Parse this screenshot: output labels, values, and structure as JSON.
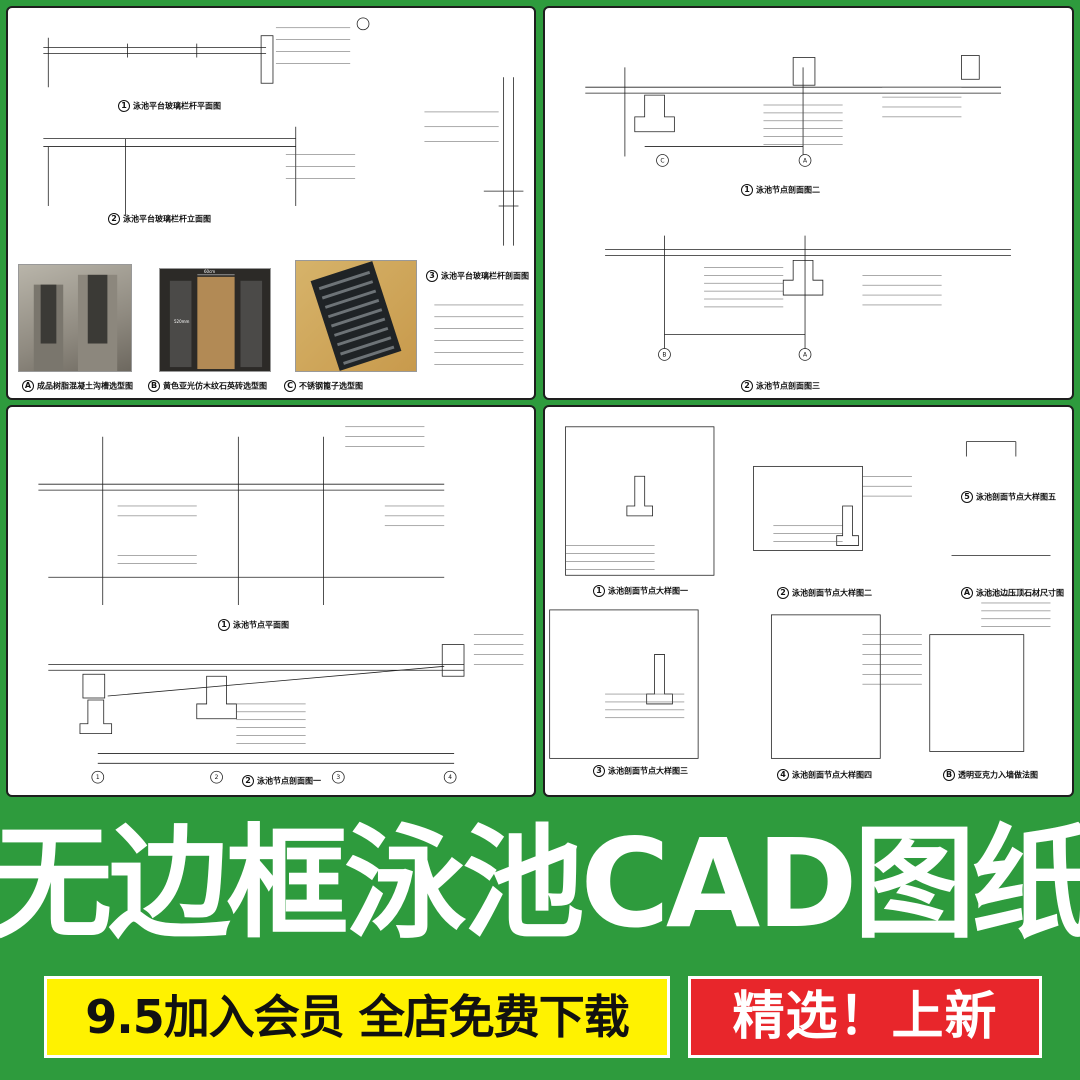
{
  "title": "无边框泳池CAD图纸",
  "promo": {
    "left": "9.5加入会员 全店免费下载",
    "right": "精选！上新"
  },
  "sheets": {
    "top_left": {
      "captions": [
        {
          "num": "1",
          "text": "泳池平台玻璃栏杆平面图"
        },
        {
          "num": "2",
          "text": "泳池平台玻璃栏杆立面图"
        },
        {
          "num": "3",
          "text": "泳池平台玻璃栏杆剖面图"
        },
        {
          "num": "A",
          "text": "成品树脂混凝土沟槽选型图"
        },
        {
          "num": "B",
          "text": "黄色亚光仿木纹石英砖选型图"
        },
        {
          "num": "C",
          "text": "不锈钢篦子选型图"
        }
      ],
      "photo_label": "60cm",
      "photo_label_side": "520mm"
    },
    "top_right": {
      "captions": [
        {
          "num": "1",
          "text": "泳池节点剖面图二"
        },
        {
          "num": "2",
          "text": "泳池节点剖面图三"
        }
      ],
      "axis_labels": [
        "C",
        "A",
        "B",
        "A"
      ]
    },
    "bottom_left": {
      "captions": [
        {
          "num": "1",
          "text": "泳池节点平面图"
        },
        {
          "num": "2",
          "text": "泳池节点剖面图一"
        }
      ],
      "axis_labels": [
        "1",
        "2",
        "3",
        "4"
      ]
    },
    "bottom_right": {
      "captions": [
        {
          "num": "1",
          "text": "泳池剖面节点大样图一"
        },
        {
          "num": "2",
          "text": "泳池剖面节点大样图二"
        },
        {
          "num": "3",
          "text": "泳池剖面节点大样图三"
        },
        {
          "num": "4",
          "text": "泳池剖面节点大样图四"
        },
        {
          "num": "5",
          "text": "泳池剖面节点大样图五"
        },
        {
          "num": "A",
          "text": "泳池池边压顶石材尺寸图"
        },
        {
          "num": "B",
          "text": "透明亚克力入墙做法图"
        }
      ]
    }
  },
  "colors": {
    "background": "#2e9b3d",
    "title": "#ffffff",
    "promo_left_bg": "#fff200",
    "promo_right_bg": "#e8262b"
  }
}
